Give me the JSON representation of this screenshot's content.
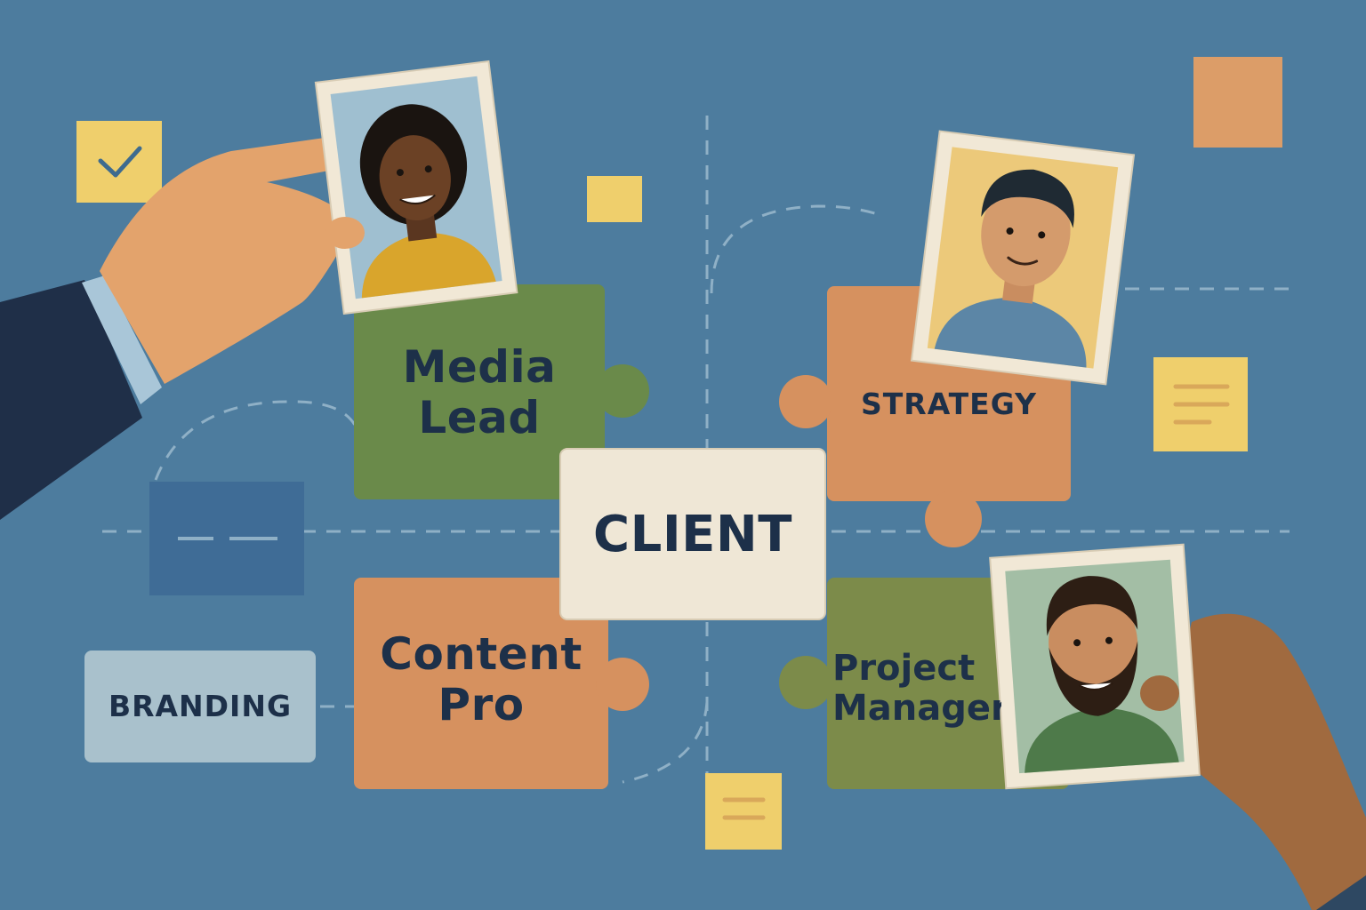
{
  "center": {
    "label": "CLIENT"
  },
  "pieces": {
    "media_lead": {
      "line1": "Media",
      "line2": "Lead"
    },
    "strategy": {
      "label": "STRATEGY"
    },
    "content_pro": {
      "line1": "Content",
      "line2": "Pro"
    },
    "project_manager": {
      "line1": "Project",
      "line2": "Manager"
    }
  },
  "tag": {
    "label": "BRANDING"
  },
  "colors": {
    "background": "#4d7c9e",
    "green_piece": "#6a8a4a",
    "orange_piece": "#d6915f",
    "olive_piece": "#7c8b4a",
    "client_card": "#efe7d6",
    "branding_tag": "#a9c1cc",
    "sticky_yellow": "#efcf6c",
    "sticky_orange": "#dc9d68",
    "text": "#1d3049"
  },
  "icons": {
    "checkmark": "check-icon",
    "note_lines": "lines-icon"
  }
}
